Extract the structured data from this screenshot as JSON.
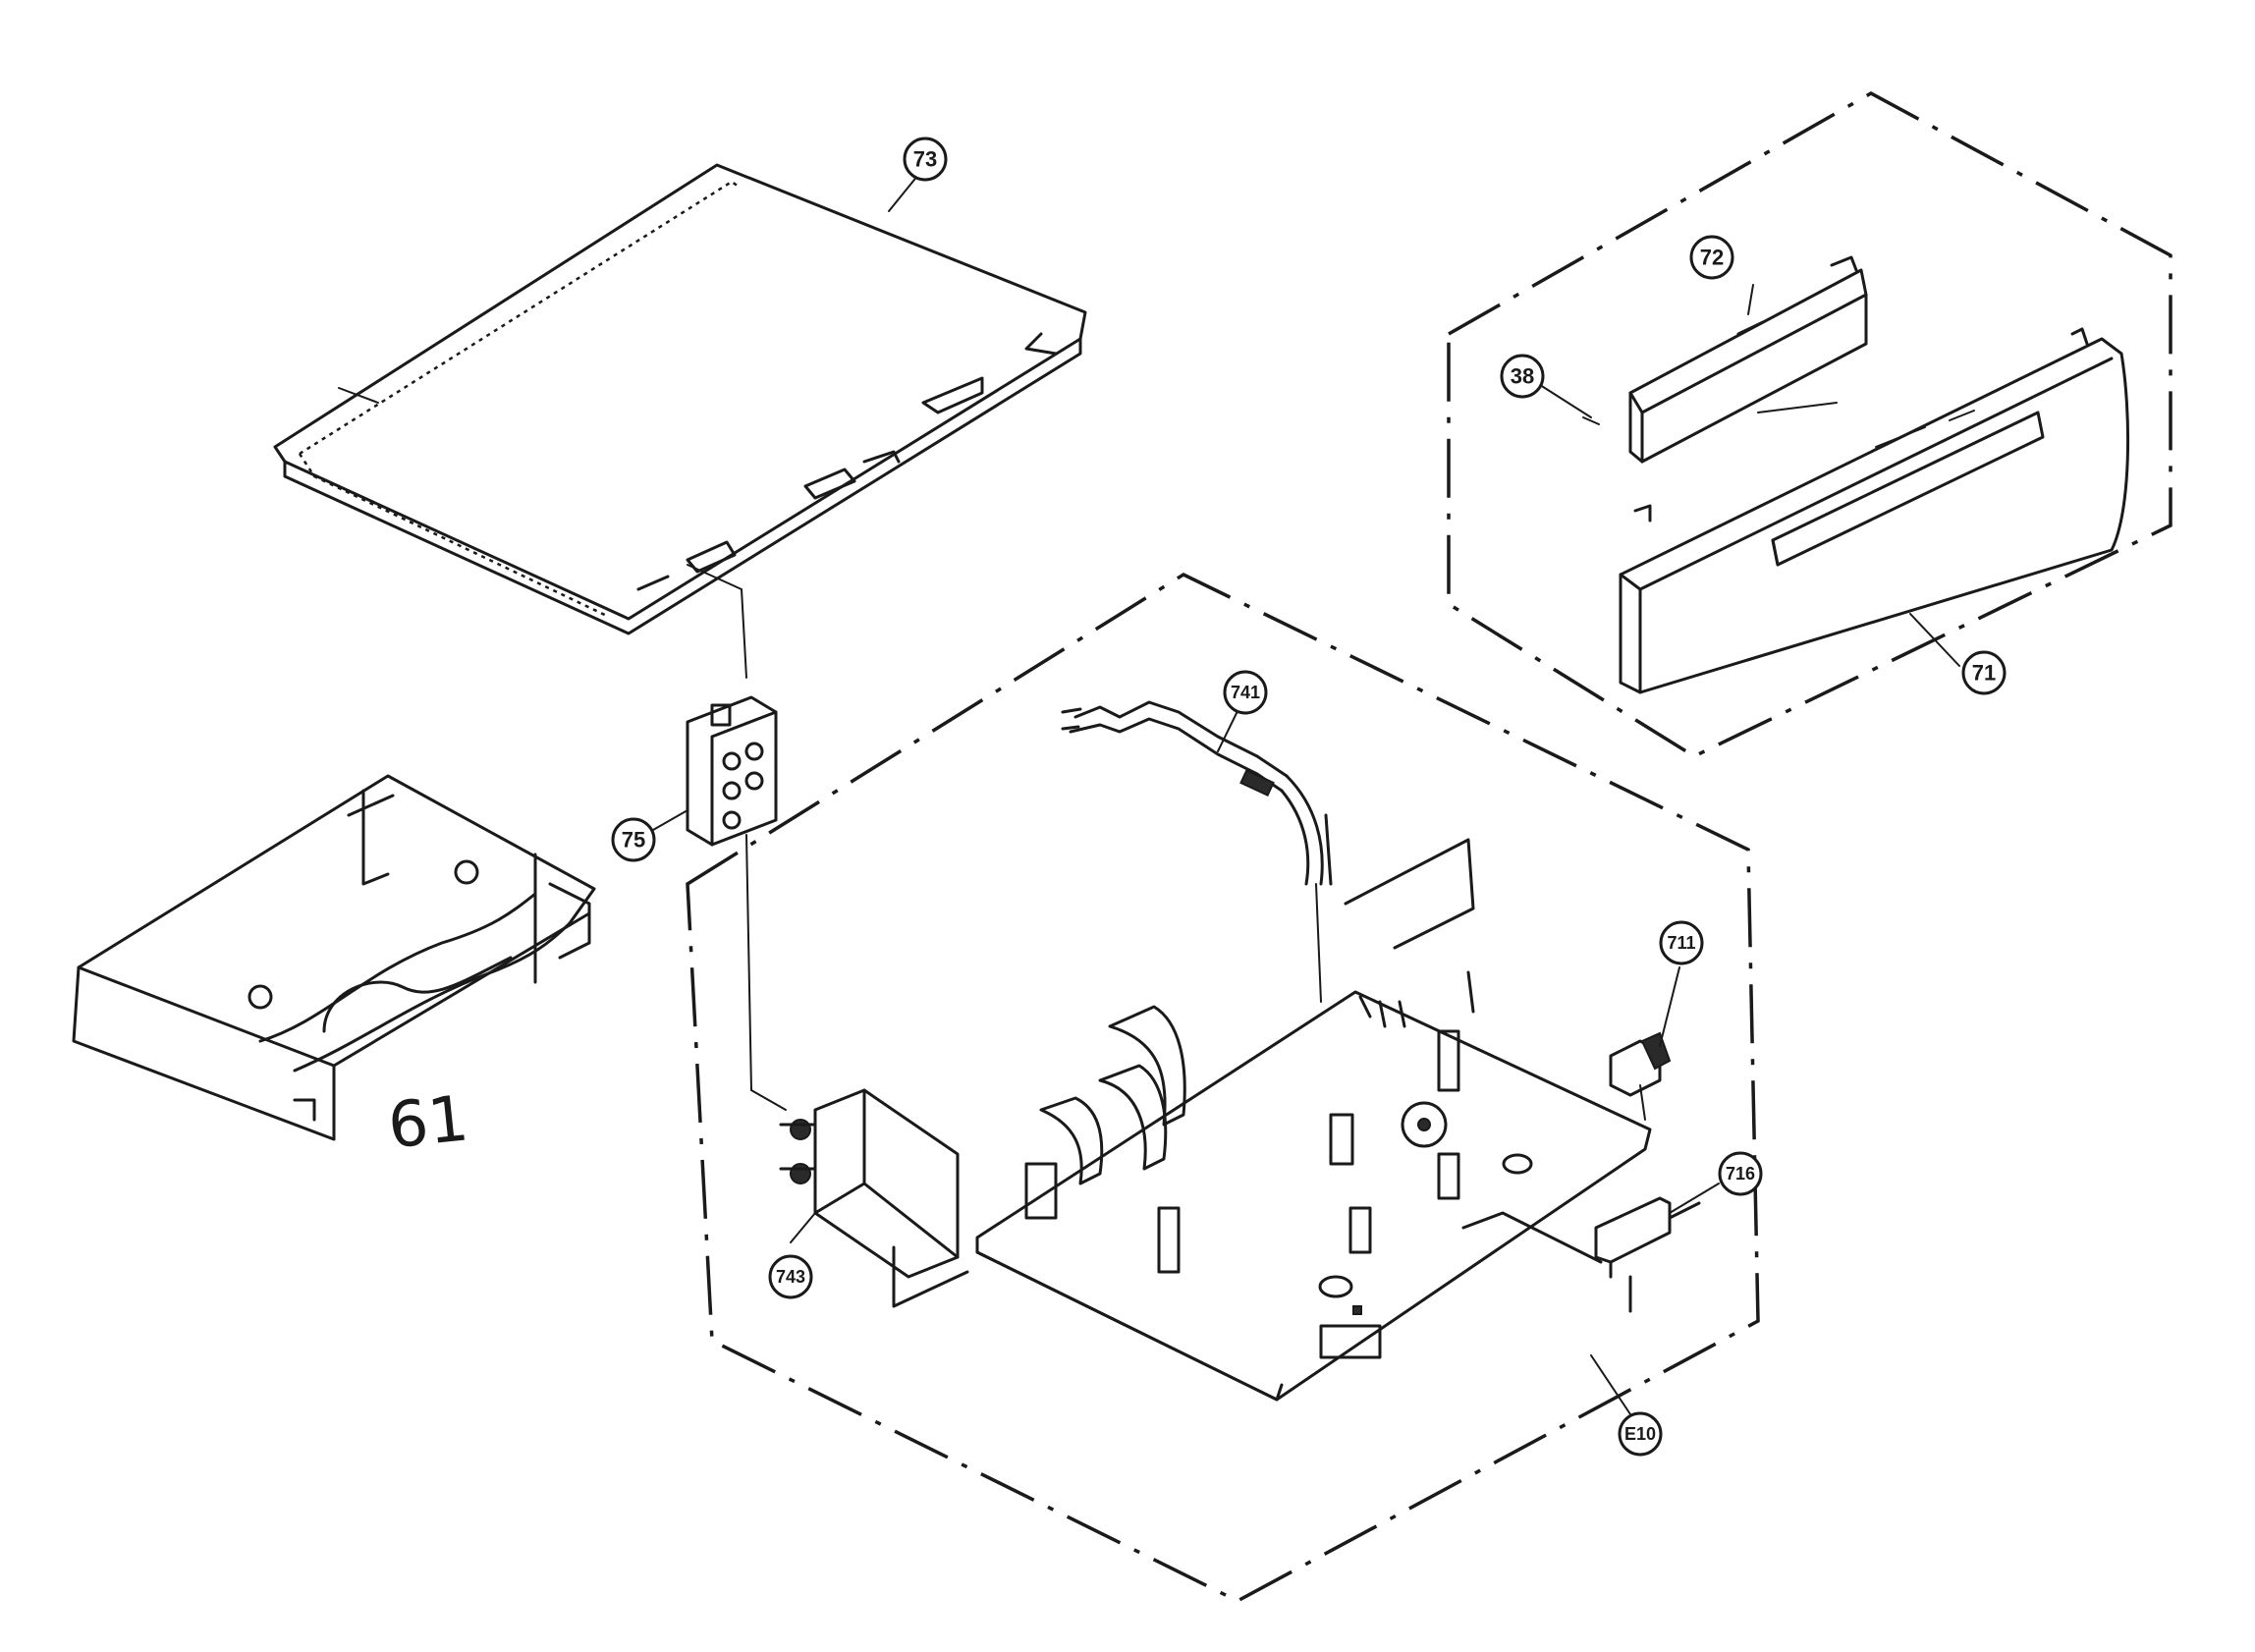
{
  "callouts": {
    "c73": "73",
    "c72": "72",
    "c38": "38",
    "c71": "71",
    "c75": "75",
    "c741": "741",
    "c711": "711",
    "c716": "716",
    "c743": "743",
    "cE10": "E10"
  },
  "handwritten_label": "61",
  "colors": {
    "line": "#1a1a1a",
    "background": "#ffffff"
  }
}
